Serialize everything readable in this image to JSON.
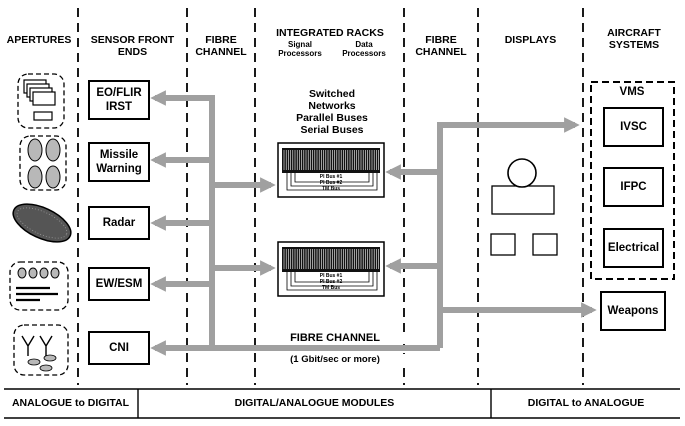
{
  "columns": {
    "apertures": "APERTURES",
    "sensor_front_ends": [
      "SENSOR FRONT",
      "ENDS"
    ],
    "fibre_channel_left": [
      "FIBRE",
      "CHANNEL"
    ],
    "integrated_racks": "INTEGRATED RACKS",
    "signal_processors": [
      "Signal",
      "Processors"
    ],
    "data_processors": [
      "Data",
      "Processors"
    ],
    "fibre_channel_right": [
      "FIBRE",
      "CHANNEL"
    ],
    "displays": "DISPLAYS",
    "aircraft_systems": [
      "AIRCRAFT",
      "SYSTEMS"
    ]
  },
  "sensors": {
    "eo_flir": [
      "EO/FLIR",
      "IRST"
    ],
    "missile_warning": [
      "Missile",
      "Warning"
    ],
    "radar": "Radar",
    "ew_esm": "EW/ESM",
    "cni": "CNI"
  },
  "networks": [
    "Switched",
    "Networks",
    "Parallel Buses",
    "Serial Buses"
  ],
  "buses": [
    "PI Bus #1",
    "PI Bus #2",
    "TM Bus"
  ],
  "fibre_channel_main": "FIBRE CHANNEL",
  "fibre_channel_rate": "(1 Gbit/sec or more)",
  "vms": {
    "title": "VMS",
    "items": [
      "IVSC",
      "IFPC",
      "Electrical"
    ]
  },
  "weapons": "Weapons",
  "footer": {
    "left": "ANALOGUE to DIGITAL",
    "middle": "DIGITAL/ANALOGUE MODULES",
    "right": "DIGITAL to ANALOGUE"
  },
  "colors": {
    "arrow": "#a0a0a0",
    "line": "#000000"
  }
}
